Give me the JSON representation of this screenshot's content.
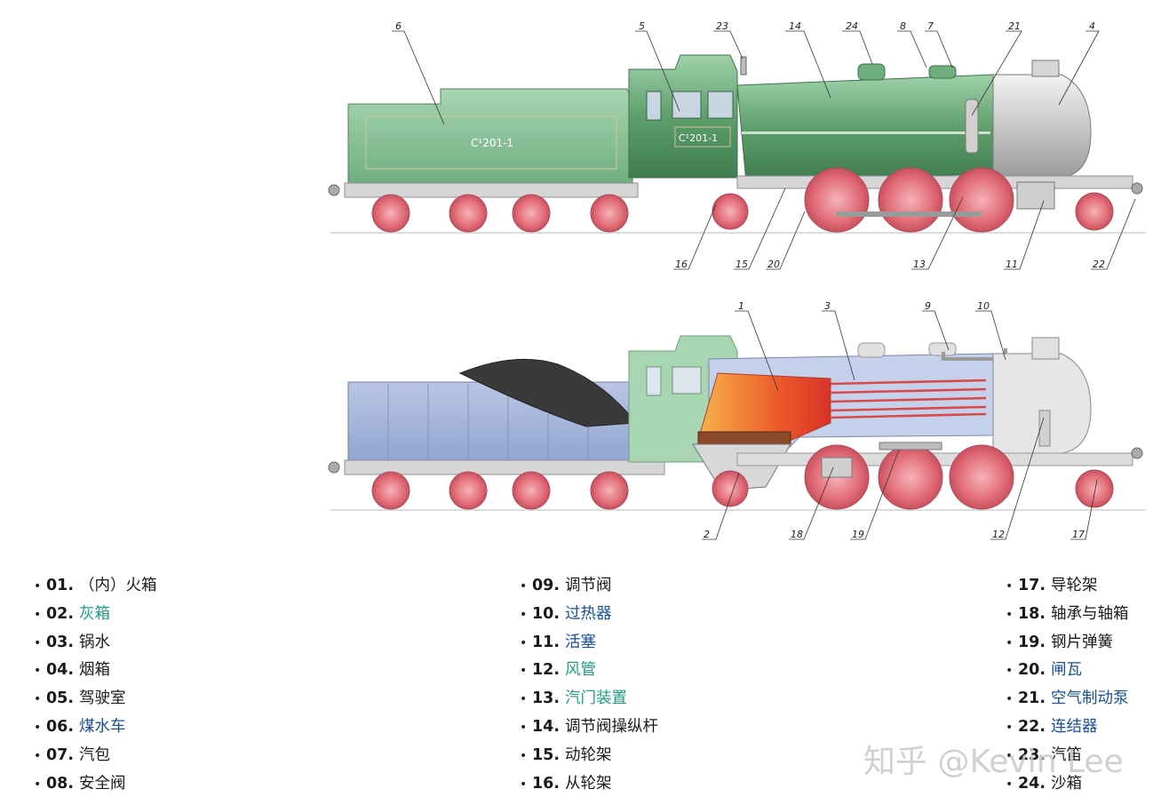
{
  "top_view": {
    "tender_plate": "C¹201-1",
    "cab_plate": "C¹201-1",
    "callouts": [
      "6",
      "5",
      "23",
      "14",
      "24",
      "8",
      "7",
      "21",
      "4",
      "16",
      "15",
      "20",
      "13",
      "11",
      "22"
    ]
  },
  "bottom_view": {
    "callouts": [
      "1",
      "3",
      "9",
      "10",
      "2",
      "18",
      "19",
      "12",
      "17"
    ]
  },
  "legend": {
    "col1": [
      {
        "num": "01.",
        "text": "（内）火箱",
        "style": "plain"
      },
      {
        "num": "02.",
        "text": "灰箱",
        "style": "green"
      },
      {
        "num": "03.",
        "text": "锅水",
        "style": "plain"
      },
      {
        "num": "04.",
        "text": "烟箱",
        "style": "plain"
      },
      {
        "num": "05.",
        "text": "驾驶室",
        "style": "plain"
      },
      {
        "num": "06.",
        "text": "煤水车",
        "style": "blue"
      },
      {
        "num": "07.",
        "text": "汽包",
        "style": "plain"
      },
      {
        "num": "08.",
        "text": "安全阀",
        "style": "plain"
      }
    ],
    "col2": [
      {
        "num": "09.",
        "text": "调节阀",
        "style": "plain"
      },
      {
        "num": "10.",
        "text": "过热器",
        "style": "blue"
      },
      {
        "num": "11.",
        "text": "活塞",
        "style": "blue"
      },
      {
        "num": "12.",
        "text": "风管",
        "style": "green"
      },
      {
        "num": "13.",
        "text": "汽门装置",
        "style": "green"
      },
      {
        "num": "14.",
        "text": "调节阀操纵杆",
        "style": "plain"
      },
      {
        "num": "15.",
        "text": "动轮架",
        "style": "plain"
      },
      {
        "num": "16.",
        "text": "从轮架",
        "style": "plain"
      }
    ],
    "col3": [
      {
        "num": "17.",
        "text": "导轮架",
        "style": "plain"
      },
      {
        "num": "18.",
        "text": "轴承与轴箱",
        "style": "plain"
      },
      {
        "num": "19.",
        "text": "钢片弹簧",
        "style": "plain"
      },
      {
        "num": "20.",
        "text": "闸瓦",
        "style": "blue"
      },
      {
        "num": "21.",
        "text": "空气制动泵",
        "style": "blue"
      },
      {
        "num": "22.",
        "text": "连结器",
        "style": "blue"
      },
      {
        "num": "23.",
        "text": "汽笛",
        "style": "plain"
      },
      {
        "num": "24.",
        "text": "沙箱",
        "style": "plain"
      }
    ]
  },
  "watermark": "知乎 @Kevin Lee",
  "colors": {
    "body_green": "#6fae7f",
    "tender_green": "#8cc39a",
    "wheel_red": "#e0707a",
    "smokebox_gray": "#d8d8d8",
    "water_blue": "#a9b9dc",
    "fire_orange": "#e8502a",
    "link_blue": "#175199",
    "link_green": "#1e9e85"
  }
}
